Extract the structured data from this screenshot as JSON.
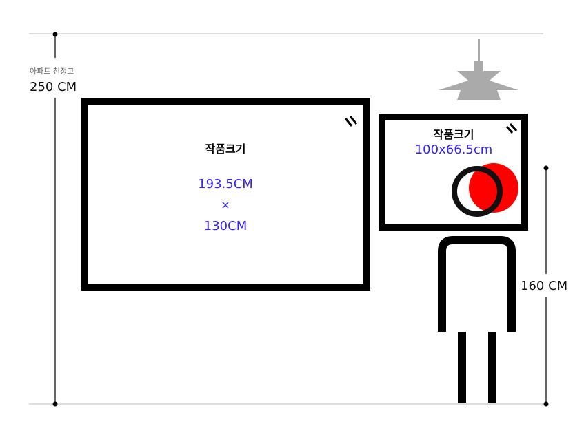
{
  "ceiling": {
    "label": "아파트 천정고",
    "value": "250 CM"
  },
  "large_artwork": {
    "title": "작품크기",
    "width": "193.5CM",
    "times": "×",
    "height": "130CM"
  },
  "small_artwork": {
    "title": "작품크기",
    "size": "100x66.5cm"
  },
  "eye_height": {
    "value": "160 CM"
  },
  "colors": {
    "accent": "#3322ff",
    "frame": "#000000",
    "lamp": "#aaaaaa",
    "red": "#ff0000"
  }
}
